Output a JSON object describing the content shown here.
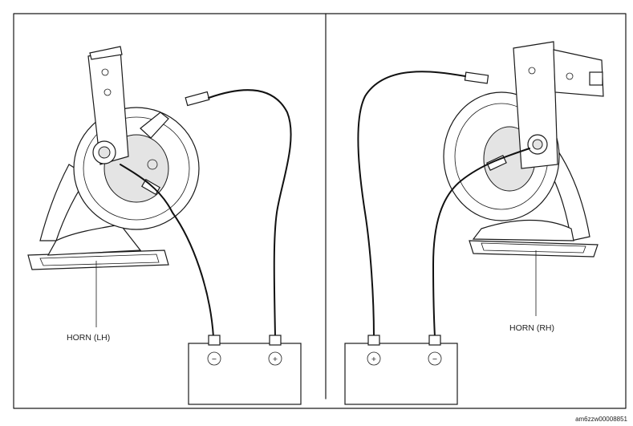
{
  "labels": {
    "horn_lh": "HORN (LH)",
    "horn_rh": "HORN (RH)",
    "reference": "am6zzw00008851"
  },
  "battery_symbols": {
    "negative": "−",
    "positive": "+"
  },
  "colors": {
    "line": "#1a1a1a",
    "background": "#ffffff"
  }
}
